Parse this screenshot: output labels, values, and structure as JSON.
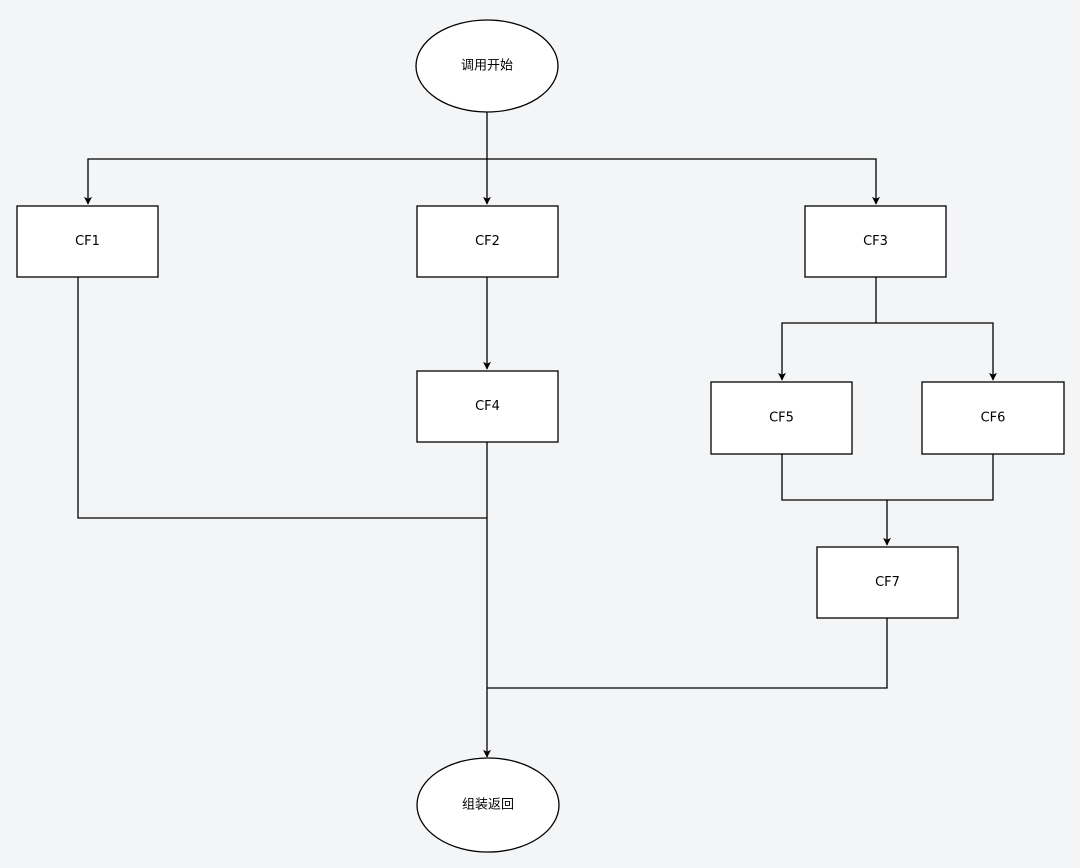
{
  "diagram": {
    "start": "调用开始",
    "end": "组装返回",
    "cf1": "CF1",
    "cf2": "CF2",
    "cf3": "CF3",
    "cf4": "CF4",
    "cf5": "CF5",
    "cf6": "CF6",
    "cf7": "CF7"
  },
  "colors": {
    "background": "#f4f5f7",
    "node_fill": "#ffffff",
    "stroke": "#000000"
  }
}
